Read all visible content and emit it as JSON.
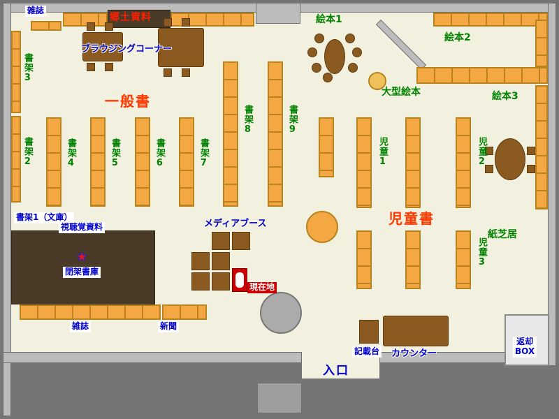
{
  "colors": {
    "outside": "#757575",
    "wall": "#bcbcbc",
    "floor": "#f2f1df",
    "shelf_orange": "#f4a844",
    "shelf_border": "#b8821c",
    "wood_brown": "#8a5a20",
    "dark_stack_brown": "#4a3a28",
    "label_green": "#008200",
    "label_blue": "#0000cc",
    "label_red": "#ff3800",
    "current_location_red": "#cc0000"
  },
  "areas": {
    "magazines_top": "雑誌",
    "local_materials": "郷土資料",
    "browsing_corner": "ブラウジングコーナー",
    "shelf3": "書架3",
    "shelf2": "書架2",
    "general_books": "一般書",
    "shelf4": "書架4",
    "shelf5": "書架5",
    "shelf6": "書架6",
    "shelf7": "書架7",
    "shelf8": "書架8",
    "shelf9": "書架9",
    "picture_books1": "絵本1",
    "picture_books2": "絵本2",
    "picture_books3": "絵本3",
    "large_picture_books": "大型絵本",
    "children1": "児童1",
    "children2": "児童2",
    "children3": "児童3",
    "children_books": "児童書",
    "kamishibai": "紙芝居",
    "shelf1_bunko": "書架1（文庫）",
    "audiovisual": "視聴覚資料",
    "media_booth": "メディアブース",
    "current_location": "現在地",
    "closed_stacks": "閉架書庫",
    "magazines_bottom": "雑誌",
    "newspapers": "新聞",
    "writing_desk": "記載台",
    "counter": "カウンター",
    "entrance": "入口",
    "return_box_line1": "返却",
    "return_box_line2": "BOX"
  }
}
